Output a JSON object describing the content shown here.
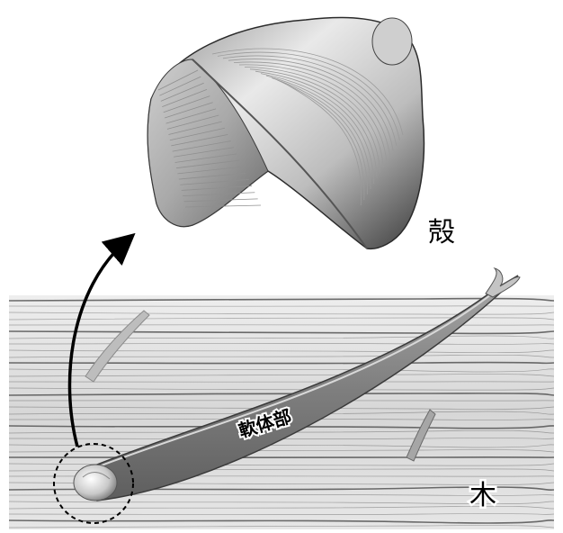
{
  "labels": {
    "shell": "殻",
    "soft_body": "軟体部",
    "wood": "木"
  },
  "colors": {
    "wood_light": "#d9d9d9",
    "wood_dark": "#3a3a3a",
    "body_fill": "#8a8a8a",
    "shell_light": "#e8e8e8",
    "shell_dark": "#2b2b2b",
    "arrow": "#000000"
  }
}
